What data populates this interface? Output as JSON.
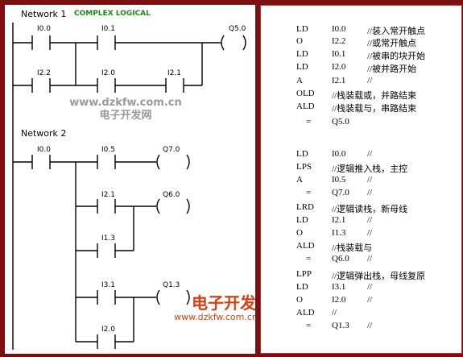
{
  "ladder": {
    "network1_title": "Network 1",
    "network1_subtitle": "COMPLEX LOGICAL",
    "network2_title": "Network 2",
    "n1": {
      "c1": "I0.0",
      "c2": "I0.1",
      "coil": "Q5.0",
      "c3": "I2.2",
      "c4": "I2.0",
      "c5": "I2.1"
    },
    "n2": {
      "c1": "I0.0",
      "c2": "I0.5",
      "coil1": "Q7.0",
      "c3": "I2.1",
      "coil2": "Q6.0",
      "c4": "I1.3",
      "c5": "I3.1",
      "coil3": "Q1.3",
      "c6": "I2.0"
    },
    "coil_glyph": "(   )",
    "watermark_url": "www.dzkfw.com.cn",
    "watermark_cn": "电子开发网",
    "watermark_brand": "电子开发王",
    "watermark_url2": "www.dzkfw.com.cn"
  },
  "instructions": {
    "network1": [
      {
        "op": "LD",
        "operand": "I0.0",
        "comment": "//装入常开触点"
      },
      {
        "op": "O",
        "operand": "I2.2",
        "comment": "//或常开触点"
      },
      {
        "op": "LD",
        "operand": "I0.1",
        "comment": "//被串的块开始"
      },
      {
        "op": "LD",
        "operand": "I2.0",
        "comment": "//被并路开始"
      },
      {
        "op": "A",
        "operand": "I2.1",
        "comment": "//"
      },
      {
        "op": "OLD",
        "operand": "//栈装载或，并路结束",
        "comment": ""
      },
      {
        "op": "ALD",
        "operand": "//栈装载与，串路结束",
        "comment": ""
      },
      {
        "op": "=",
        "operand": "Q5.0",
        "comment": ""
      }
    ],
    "network2": [
      {
        "op": "LD",
        "operand": "I0.0",
        "comment": "//"
      },
      {
        "op": "LPS",
        "operand": "//逻辑推入栈，主控",
        "comment": ""
      },
      {
        "op": "A",
        "operand": "I0.5",
        "comment": "//"
      },
      {
        "op": "=",
        "operand": "Q7.0",
        "comment": "//"
      },
      {
        "op": "LRD",
        "operand": "//逻辑读栈，新母线",
        "comment": ""
      },
      {
        "op": "LD",
        "operand": "I2.1",
        "comment": "//"
      },
      {
        "op": "O",
        "operand": "I1.3",
        "comment": "//"
      },
      {
        "op": "ALD",
        "operand": "//栈装载与",
        "comment": ""
      },
      {
        "op": "=",
        "operand": "Q6.0",
        "comment": "//"
      },
      {
        "op": "LPP",
        "operand": "//逻辑弹出栈，母线复原",
        "comment": ""
      },
      {
        "op": "LD",
        "operand": "I3.1",
        "comment": "//"
      },
      {
        "op": "O",
        "operand": "I2.0",
        "comment": "//"
      },
      {
        "op": "ALD",
        "operand": "//",
        "comment": ""
      },
      {
        "op": "=",
        "operand": "Q1.3",
        "comment": "//"
      }
    ]
  }
}
